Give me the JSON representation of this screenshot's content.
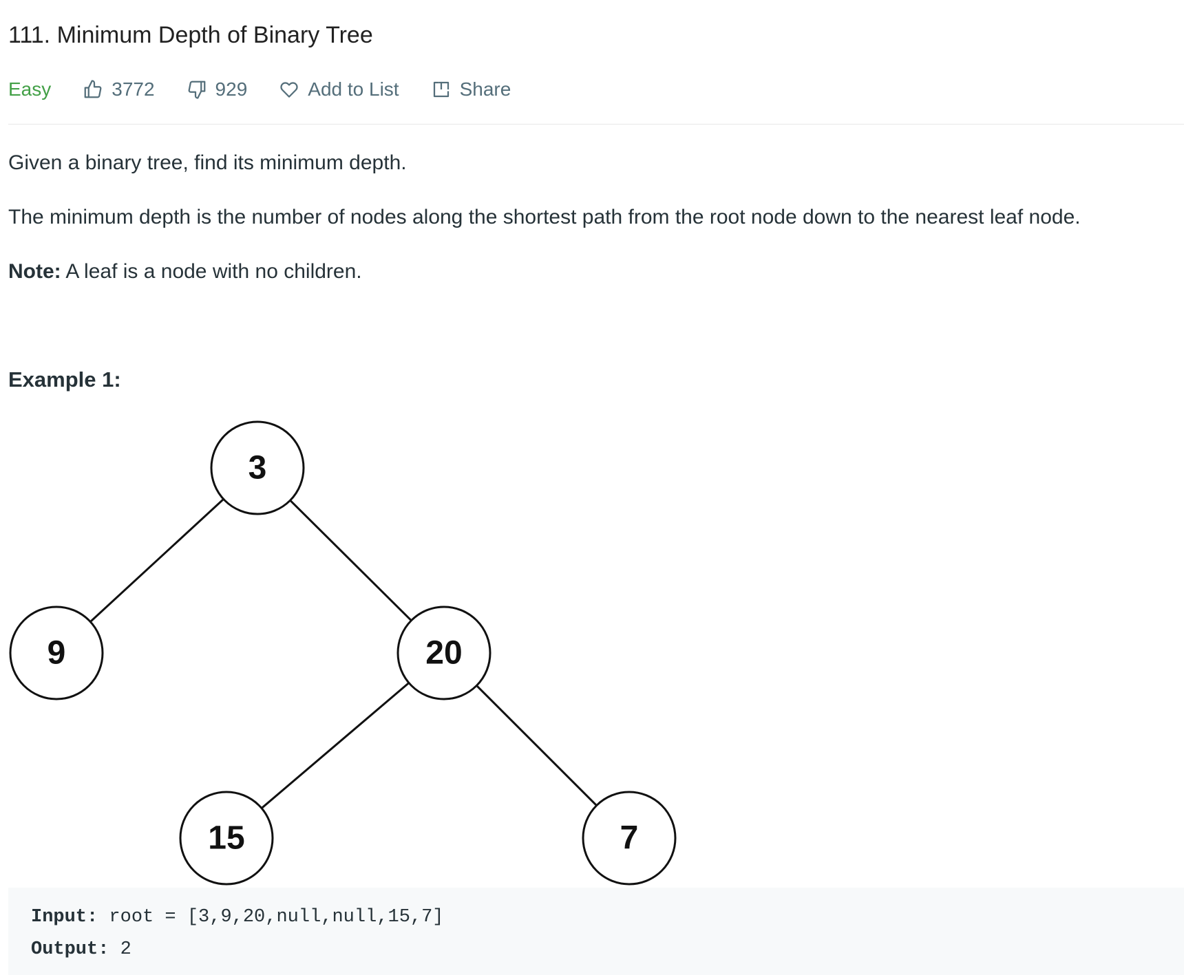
{
  "problem": {
    "title": "111. Minimum Depth of Binary Tree",
    "difficulty": "Easy",
    "likes": "3772",
    "dislikes": "929",
    "add_to_list": "Add to List",
    "share": "Share"
  },
  "description": {
    "line1": "Given a binary tree, find its minimum depth.",
    "line2": "The minimum depth is the number of nodes along the shortest path from the root node down to the nearest leaf node.",
    "note_label": "Note:",
    "note_text": "A leaf is a node with no children."
  },
  "example": {
    "title": "Example 1:",
    "tree_nodes": [
      "3",
      "9",
      "20",
      "15",
      "7"
    ],
    "input_label": "Input:",
    "input_value": "root = [3,9,20,null,null,15,7]",
    "output_label": "Output:",
    "output_value": "2"
  },
  "colors": {
    "easy": "#43a047",
    "muted": "#546e7a",
    "example_bg": "#f7f9fa"
  },
  "icons": [
    "thumbs-up-icon",
    "thumbs-down-icon",
    "heart-icon",
    "share-icon"
  ]
}
